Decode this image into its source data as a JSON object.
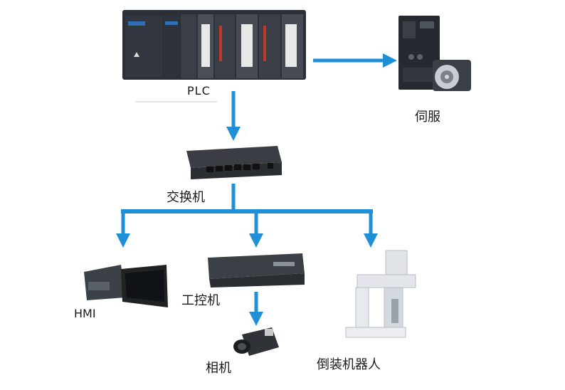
{
  "nodes": {
    "plc": "PLC",
    "servo": "伺服",
    "switch": "交换机",
    "hmi": "HMI",
    "ipc": "工控机",
    "camera": "相机",
    "robot": "倒装机器人"
  },
  "colors": {
    "arrow": "#1f8fd6",
    "device_dark": "#2b2f36",
    "panel": "#e9ecef"
  },
  "icons": [
    "plc-rack-icon",
    "servo-drive-icon",
    "servo-motor-icon",
    "network-switch-icon",
    "hmi-panel-icon",
    "industrial-pc-icon",
    "camera-icon",
    "robot-arm-icon"
  ]
}
